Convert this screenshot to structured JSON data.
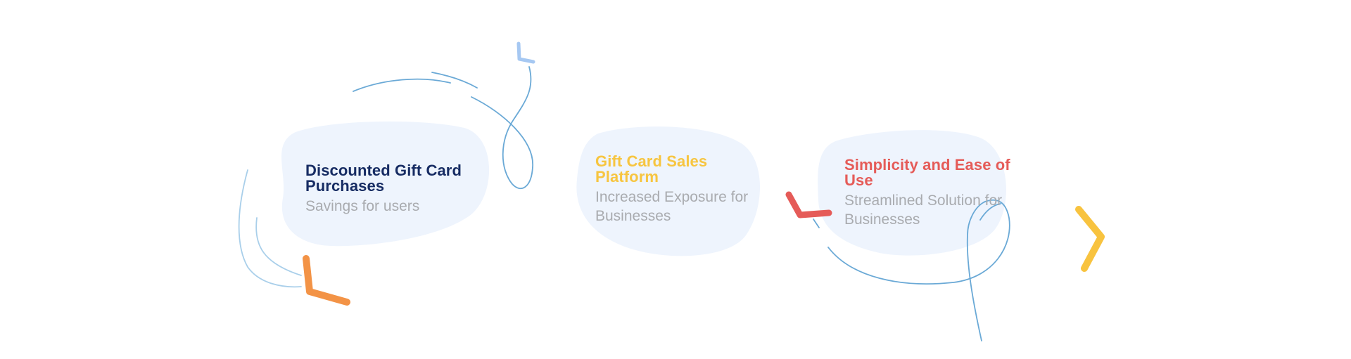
{
  "colors": {
    "blob": "#eef4fd",
    "line": "#6aa9d6",
    "line_light": "#a9cfea",
    "title_navy": "#172c63",
    "title_yellow": "#f7c540",
    "title_red": "#e55b58",
    "desc_gray": "#a9abaf",
    "boomerang_blue": "#a6c8f2",
    "boomerang_orange": "#f39346",
    "boomerang_red": "#e55b58",
    "boomerang_yellow": "#f8c33f"
  },
  "features": [
    {
      "title": "Discounted Gift Card Purchases",
      "description": "Savings for users",
      "title_color": "#172c63"
    },
    {
      "title": "Gift Card Sales Platform",
      "description": "Increased Exposure for Businesses",
      "title_color": "#f7c540"
    },
    {
      "title": "Simplicity and Ease of Use",
      "description": "Streamlined Solution for Businesses",
      "title_color": "#e55b58"
    }
  ],
  "icons": {
    "boomerang_top": "boomerang-icon",
    "boomerang_left": "boomerang-icon",
    "boomerang_middle": "boomerang-icon",
    "chevron_right": "chevron-right-icon"
  }
}
